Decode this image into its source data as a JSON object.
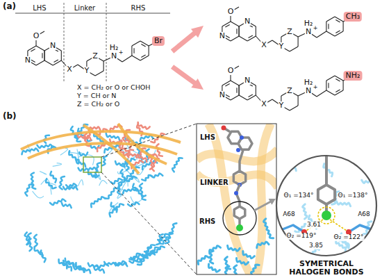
{
  "diagram": {
    "nodes": [
      {
        "text": [
          "LHS"
        ]
      },
      {
        "text": [
          "Linker"
        ]
      },
      {
        "text": [
          "RHS"
        ]
      },
      {
        "text": [
          "SYMETRICAL HALOGEN BONDS"
        ]
      }
    ],
    "labels": [
      "(a)",
      "O",
      "N",
      "N",
      "X",
      "Z",
      "Y",
      "H₂",
      "N",
      "+",
      "Br",
      "X = CH₂ or O or CHOH",
      "Y = CH or N",
      "Z = CH₂ or O",
      "O",
      "N",
      "N",
      "X",
      "Z",
      "Y",
      "H₂",
      "N",
      "+",
      "CH₃",
      "O",
      "N",
      "N",
      "X",
      "Z",
      "Y",
      "H₂",
      "N",
      "+",
      "NH₂",
      "(b)",
      "LHS",
      "LINKER",
      "RHS",
      "Θ₁ =134°",
      "Θ₁ =138°",
      "A68",
      "A68",
      "Θ₂ =119°",
      "3.85",
      "3.61",
      "Θ₂ =122°"
    ]
  }
}
